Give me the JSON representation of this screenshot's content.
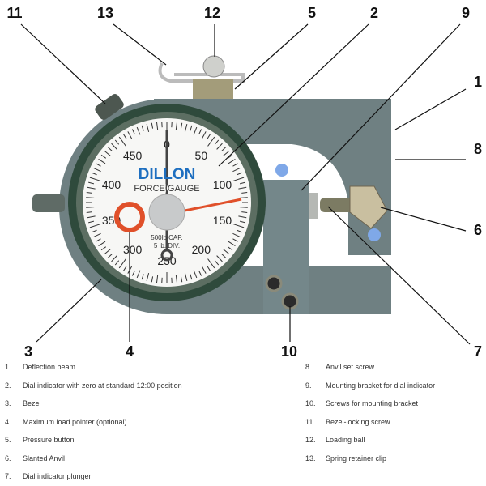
{
  "dial": {
    "brand": "DILLON",
    "subtitle": "FORCE GAUGE",
    "capacity": "500lb CAP.",
    "division": "5 lb. DIV.",
    "scale": [
      "0",
      "50",
      "100",
      "150",
      "200",
      "250",
      "300",
      "350",
      "400",
      "450"
    ]
  },
  "callouts": [
    "11",
    "13",
    "12",
    "5",
    "2",
    "9",
    "1",
    "8",
    "6",
    "7",
    "10",
    "4",
    "3"
  ],
  "legend": [
    {
      "num": "1.",
      "text": "Deflection beam"
    },
    {
      "num": "2.",
      "text": "Dial indicator with zero at standard 12:00 position"
    },
    {
      "num": "3.",
      "text": "Bezel"
    },
    {
      "num": "4.",
      "text": "Maximum load pointer (optional)"
    },
    {
      "num": "5.",
      "text": "Pressure button"
    },
    {
      "num": "6.",
      "text": "Slanted Anvil"
    },
    {
      "num": "7.",
      "text": "Dial indicator plunger"
    },
    {
      "num": "8.",
      "text": "Anvil set screw"
    },
    {
      "num": "9.",
      "text": "Mounting bracket for dial indicator"
    },
    {
      "num": "10.",
      "text": "Screws for mounting bracket"
    },
    {
      "num": "11.",
      "text": "Bezel-locking screw"
    },
    {
      "num": "12.",
      "text": "Loading ball"
    },
    {
      "num": "13.",
      "text": "Spring retainer clip"
    }
  ],
  "colors": {
    "frame": "#6f8082",
    "bezel": "#2f4a3c",
    "pointer": "#e0502a",
    "brand": "#1e6fc0"
  }
}
